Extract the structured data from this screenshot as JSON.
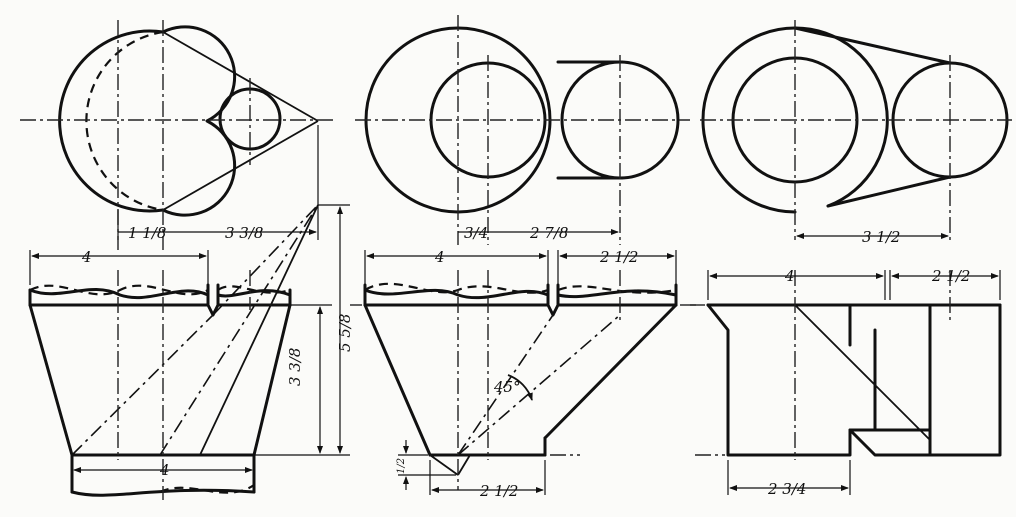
{
  "dimensions": {
    "left": {
      "top_width": "4",
      "offset": "1 1/8",
      "spacing": "3 3/8",
      "bottom_width": "4",
      "body_height": "3 3/8",
      "total_height": "5 5/8"
    },
    "middle": {
      "top_width": "4",
      "branch_width": "2 1/2",
      "offset": "3/4",
      "spacing": "2 7/8",
      "angle": "45°",
      "bottom_width": "2 1/2",
      "bottom_height": "1/2"
    },
    "right": {
      "top_width": "4",
      "branch_width": "2 1/2",
      "spacing": "3 1/2",
      "bottom_width": "2 3/4"
    }
  }
}
